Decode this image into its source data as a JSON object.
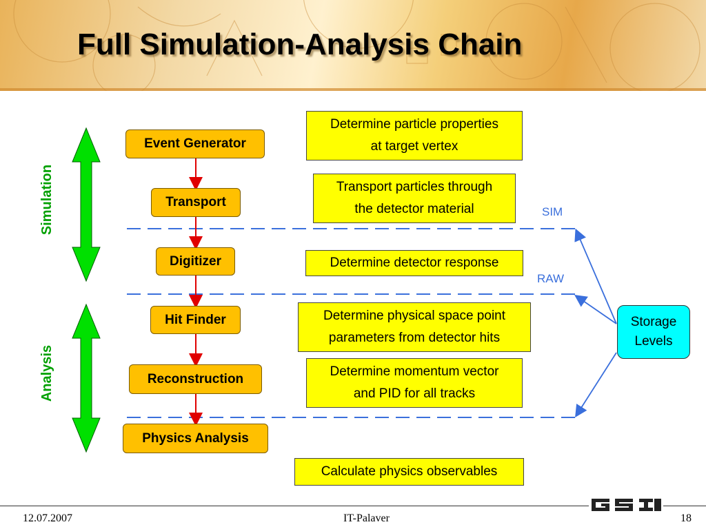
{
  "title": "Full Simulation-Analysis Chain",
  "stages": [
    "Event Generator",
    "Transport",
    "Digitizer",
    "Hit Finder",
    "Reconstruction",
    "Physics Analysis"
  ],
  "descriptions": [
    [
      "Determine particle properties",
      "at target vertex"
    ],
    [
      "Transport particles through",
      "the detector material"
    ],
    [
      "Determine detector response"
    ],
    [
      "Determine physical space point",
      "parameters from detector hits"
    ],
    [
      "Determine momentum vector",
      "and PID for all tracks"
    ],
    [
      "Calculate physics observables"
    ]
  ],
  "levels": {
    "sim": "SIM",
    "raw": "RAW"
  },
  "storage": [
    "Storage",
    "Levels"
  ],
  "side_labels": {
    "simulation": "Simulation",
    "analysis": "Analysis"
  },
  "colors": {
    "stage": "#ffc000",
    "description": "#ffff00",
    "storage": "#00ffff",
    "flow_arrow": "#e00000",
    "side_arrow": "#00e000",
    "dashed_line": "#3a6fdc"
  },
  "footer": {
    "date": "12.07.2007",
    "center": "IT-Palaver",
    "page": "18",
    "logo": "GSI"
  }
}
